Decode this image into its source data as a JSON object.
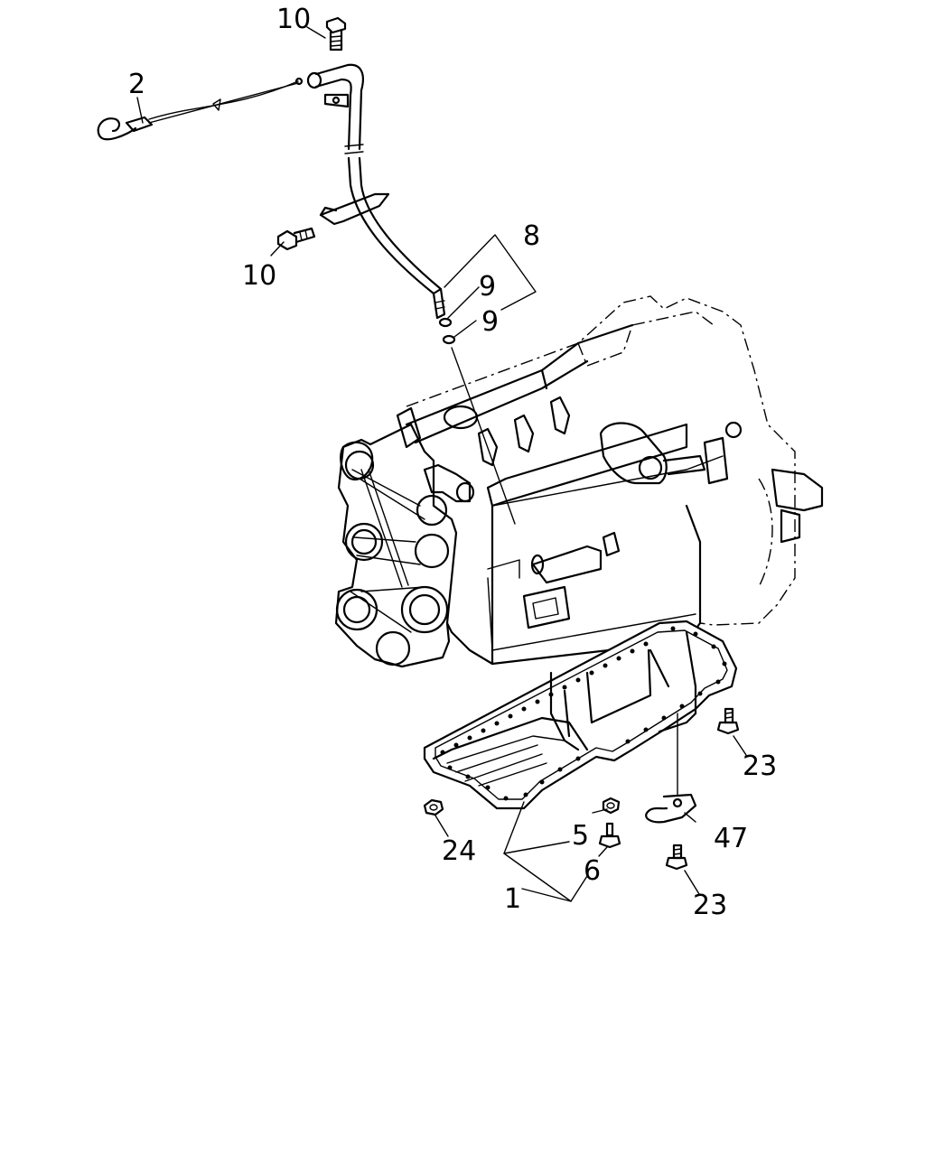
{
  "callouts": {
    "c10_top": "10",
    "c2": "2",
    "c10_mid": "10",
    "c8": "8",
    "c9_a": "9",
    "c9_b": "9",
    "c23_a": "23",
    "c47": "47",
    "c24": "24",
    "c5": "5",
    "c6": "6",
    "c1": "1",
    "c23_b": "23"
  }
}
